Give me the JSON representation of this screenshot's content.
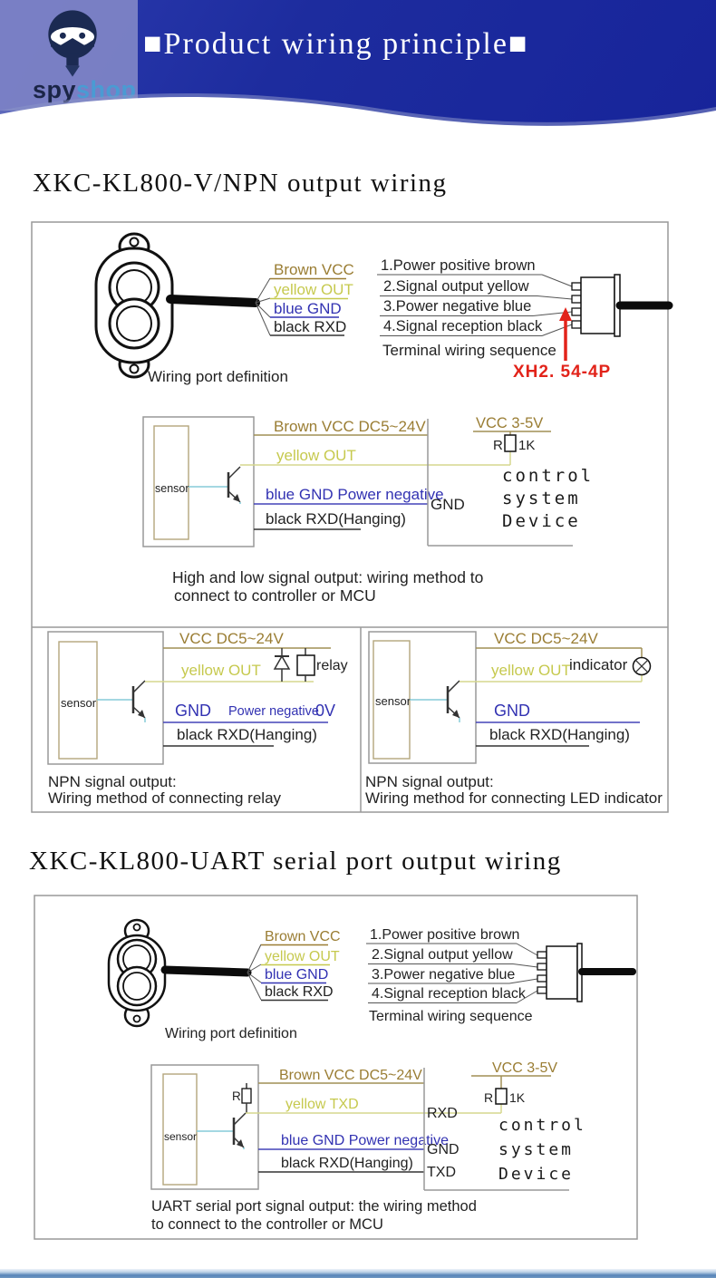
{
  "header": {
    "title": "■Product wiring principle■",
    "spy": "spy",
    "shop": "shop"
  },
  "colors": {
    "brown": "#9a7d33",
    "yellow": "#c6c94e",
    "blue": "#3232b2",
    "red": "#e2231a",
    "header_blue": "#1d2c9e"
  },
  "s1": {
    "title": "XKC-KL800-V/NPN output wiring",
    "port": {
      "brown": "Brown VCC",
      "yellow": "yellow OUT",
      "blue": "blue GND",
      "black": "black RXD",
      "caption": "Wiring port definition"
    },
    "terminal": {
      "i1": "1.Power positive brown",
      "i2": "2.Signal output yellow",
      "i3": "3.Power negative blue",
      "i4": "4.Signal reception black",
      "caption": "Terminal wiring sequence",
      "model": "XH2. 54-4P"
    },
    "circuit": {
      "sensor": "sensor",
      "brown": "Brown VCC DC5~24V",
      "yellow": "yellow OUT",
      "blue": "blue GND Power negative",
      "black": "black RXD(Hanging)",
      "vcc": "VCC 3-5V",
      "r": "R",
      "r1k": "1K",
      "gnd": "GND",
      "dev1": "control",
      "dev2": "system",
      "dev3": "Device",
      "cap1": "High and low signal output: wiring method to",
      "cap2": "connect to controller or MCU"
    },
    "relay": {
      "sensor": "sensor",
      "vcc": "VCC DC5~24V",
      "yellow": "yellow OUT",
      "relay": "relay",
      "gnd": "GND",
      "pn": "Power negative",
      "zv": "0V",
      "black": "black RXD(Hanging)",
      "cap1": "NPN signal output:",
      "cap2": "Wiring method of connecting relay"
    },
    "led": {
      "sensor": "sensor",
      "vcc": "VCC DC5~24V",
      "yellow": "yellow OUT",
      "indicator": "indicator",
      "gnd": "GND",
      "black": "black RXD(Hanging)",
      "cap1": "NPN signal output:",
      "cap2": "Wiring method for connecting LED indicator"
    }
  },
  "s2": {
    "title": "XKC-KL800-UART serial port output wiring",
    "port": {
      "brown": "Brown VCC",
      "yellow": "yellow OUT",
      "blue": "blue GND",
      "black": "black RXD",
      "caption": "Wiring port definition"
    },
    "terminal": {
      "i1": "1.Power positive brown",
      "i2": "2.Signal output yellow",
      "i3": "3.Power negative blue",
      "i4": "4.Signal reception black",
      "caption": "Terminal wiring sequence"
    },
    "circuit": {
      "sensor": "sensor",
      "r_in": "R",
      "brown": "Brown VCC DC5~24V",
      "yellow": "yellow TXD",
      "blue": "blue GND Power negative",
      "black": "black RXD(Hanging)",
      "rxd": "RXD",
      "gnd": "GND",
      "txd": "TXD",
      "vcc": "VCC 3-5V",
      "r": "R",
      "r1k": "1K",
      "dev1": "control",
      "dev2": "system",
      "dev3": "Device",
      "cap1": "UART serial port signal output: the wiring method",
      "cap2": "to connect to the controller or MCU"
    }
  }
}
